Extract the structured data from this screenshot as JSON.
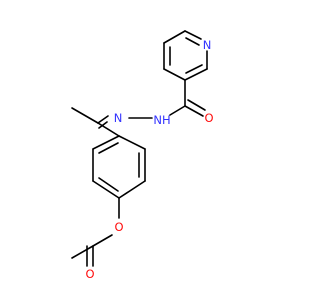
{
  "molecule": {
    "atoms": {
      "pyridine_n": {
        "symbol": "N",
        "color": "#3333ff"
      },
      "hydrazone_n": {
        "symbol": "N",
        "color": "#3333ff"
      },
      "amide_nh": {
        "symbol": "NH",
        "color": "#3333ff"
      },
      "carbonyl_o": {
        "symbol": "O",
        "color": "#ff0d0d"
      },
      "ester_o": {
        "symbol": "O",
        "color": "#ff0d0d"
      },
      "acetyl_o": {
        "symbol": "O",
        "color": "#ff0d0d"
      }
    },
    "colors": {
      "bond": "#000000",
      "nitrogen": "#3333ff",
      "oxygen": "#ff0d0d",
      "background": "#ffffff"
    }
  }
}
